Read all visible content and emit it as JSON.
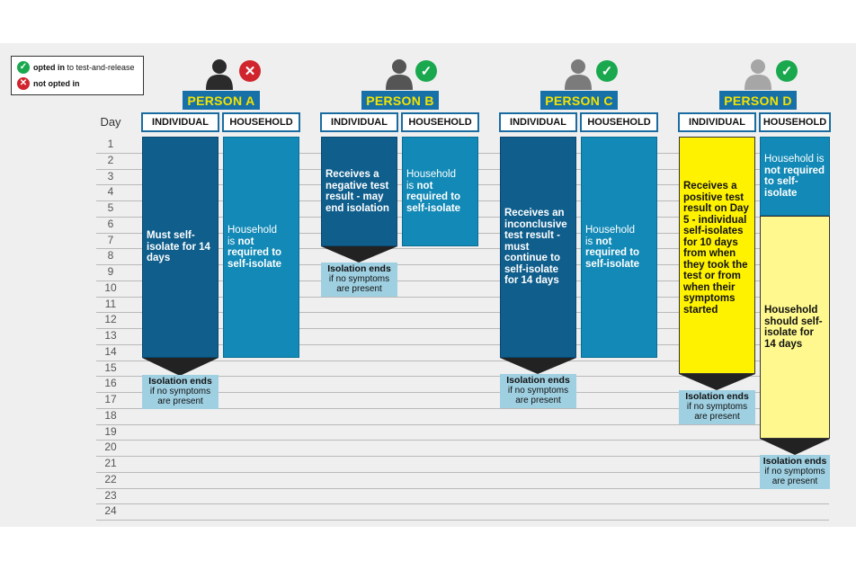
{
  "legend": {
    "opted_in_bold": "opted in",
    "opted_in_rest": "to test-and-release",
    "not_opted_bold": "not opted in"
  },
  "day_header": "Day",
  "days": [
    "1",
    "2",
    "3",
    "4",
    "5",
    "6",
    "7",
    "8",
    "9",
    "10",
    "11",
    "12",
    "13",
    "14",
    "15",
    "16",
    "17",
    "18",
    "19",
    "20",
    "21",
    "22",
    "23",
    "24"
  ],
  "column_headers": {
    "individual": "INDIVIDUAL",
    "household": "HOUSEHOLD"
  },
  "persons": [
    {
      "name": "PERSON A",
      "opted_in": false,
      "icon_color": "#2b2b2b"
    },
    {
      "name": "PERSON B",
      "opted_in": true,
      "icon_color": "#555555"
    },
    {
      "name": "PERSON C",
      "opted_in": true,
      "icon_color": "#7b7b7b"
    },
    {
      "name": "PERSON D",
      "opted_in": true,
      "icon_color": "#a6a6a6"
    }
  ],
  "texts": {
    "a_ind": "Must self-isolate for 14 days",
    "a_hh_1": "Household",
    "a_hh_2": "is",
    "a_hh_3": "not required to self-isolate",
    "b_ind": "Receives a negative test result - may end isolation",
    "b_hh_1": "Household",
    "b_hh_2": "is",
    "b_hh_3": "not required to self-isolate",
    "c_ind": "Receives an inconclusive test result - must continue to self-isolate for 14 days",
    "c_hh_1": "Household",
    "c_hh_2": "is",
    "c_hh_3": "not required to self-isolate",
    "d_ind": "Receives a positive test result on Day 5 - individual self-isolates for 10 days from when they took the test or from when their symptoms started",
    "d_hh_top_1": "Household is",
    "d_hh_top_2": "not required to self-isolate",
    "d_hh_bottom": "Household should self-isolate for 14 days",
    "ends_title": "Isolation ends",
    "ends_sub_1": "if no symptoms",
    "ends_sub_2": "are present"
  },
  "colors": {
    "green_check": "#1aa84e",
    "red_cross": "#d0252d",
    "dark_blue": "#0f5e8c",
    "mid_blue": "#1289b6",
    "yellow": "#fef200",
    "pale_yellow": "#fef88e",
    "ends_blue": "#9fd0e2",
    "label_yellow": "#f4e300"
  }
}
